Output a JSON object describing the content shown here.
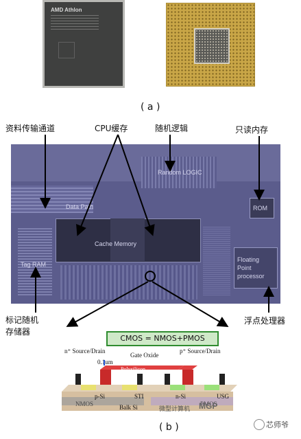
{
  "figure_a": {
    "chip_brand": "AMD Athlon",
    "caption": "( a )"
  },
  "figure_b": {
    "labels": {
      "data_channel": "资料传输通道",
      "cpu_cache": "CPU缓存",
      "random_logic": "随机逻辑",
      "rom": "只读内存",
      "tag_ram": "标记随机\n存储器",
      "fpu": "浮点处理器"
    },
    "die_labels": {
      "random_logic": "Random LOGIC",
      "data_path": "Data Path",
      "cache_memory": "Cache Memory",
      "rom": "ROM",
      "tag_ram": "Tag RAM",
      "fpu": "Floating Point processor"
    },
    "cmos": {
      "title": "CMOS = NMOS+PMOS",
      "n_source": "n⁺ Source/Drain",
      "p_source": "p⁺ Source/Drain",
      "gate_oxide": "Gate Oxide",
      "size": "0.1um",
      "polysilicon": "Polysilicon",
      "p_si": "p-Si",
      "n_si": "n-Si",
      "sti": "STI",
      "usg": "USG",
      "nmos": "NMOS",
      "pmos": "PMOS",
      "bulk": "Balk Si",
      "watermark_cn": "微型计算机",
      "watermark_logo": "MGP"
    },
    "caption": "( b )",
    "author": "芯师爷"
  }
}
